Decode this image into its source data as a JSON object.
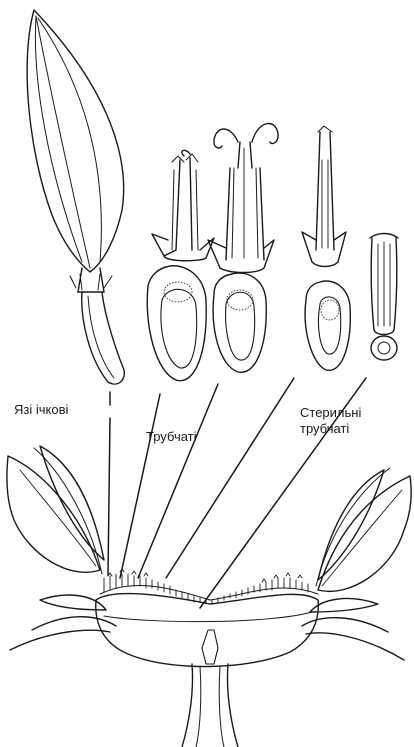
{
  "labels": {
    "ligulate": "Язі ічкові",
    "tubular": "Трубчаті",
    "sterile_line1": "Стерильні",
    "sterile_line2": "трубчаті"
  },
  "colors": {
    "ink": "#1a1a1a",
    "background": "#ffffff"
  }
}
